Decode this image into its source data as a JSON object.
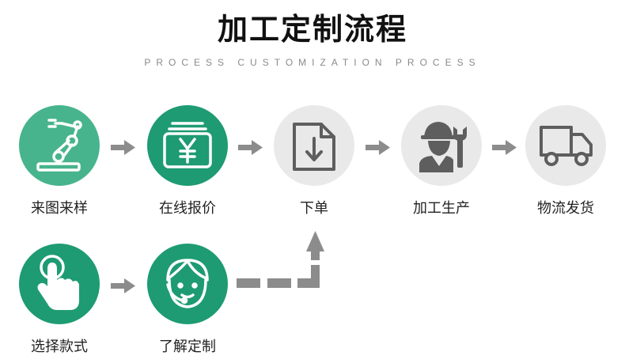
{
  "title": "加工定制流程",
  "subtitle": "PROCESS CUSTOMIZATION PROCESS",
  "colors": {
    "green_dark": "#1e9b72",
    "green_light": "#43b38c",
    "gray_circle": "#e8e8e8",
    "gray_icon": "#5f5f5f",
    "arrow": "#8c8c8c"
  },
  "steps": [
    {
      "label": "来图来样",
      "icon": "robot-arm-icon"
    },
    {
      "label": "在线报价",
      "icon": "yuan-quote-icon"
    },
    {
      "label": "下单",
      "icon": "document-download-icon"
    },
    {
      "label": "加工生产",
      "icon": "worker-wrench-icon"
    },
    {
      "label": "物流发货",
      "icon": "delivery-truck-icon"
    },
    {
      "label": "选择款式",
      "icon": "tap-hand-icon"
    },
    {
      "label": "了解定制",
      "icon": "customer-service-icon"
    }
  ]
}
